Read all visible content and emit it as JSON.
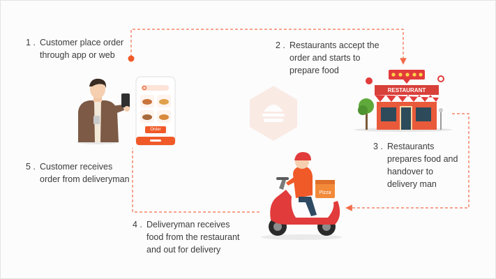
{
  "steps": [
    {
      "num": "1 .",
      "text": "Customer place order\nthrough app or web"
    },
    {
      "num": "2 .",
      "text": "Restaurants accept the\norder and starts to\nprepare food"
    },
    {
      "num": "3 .",
      "text": "Restaurants\nprepares food and\nhandover to\ndelivery man"
    },
    {
      "num": "4 .",
      "text": "Deliveryman receives\nfood from the restaurant\nand out for delivery"
    },
    {
      "num": "5 .",
      "text": "Customer receives\norder from deliveryman"
    }
  ],
  "phone": {
    "order_button": "Order"
  },
  "restaurant": {
    "sign": "RESTAURANT"
  },
  "scooter": {
    "box_label": "Pizza"
  },
  "colors": {
    "accent": "#f05a28",
    "dash": "#f26b4a",
    "red": "#d9363e",
    "scooter": "#e23b3b"
  }
}
